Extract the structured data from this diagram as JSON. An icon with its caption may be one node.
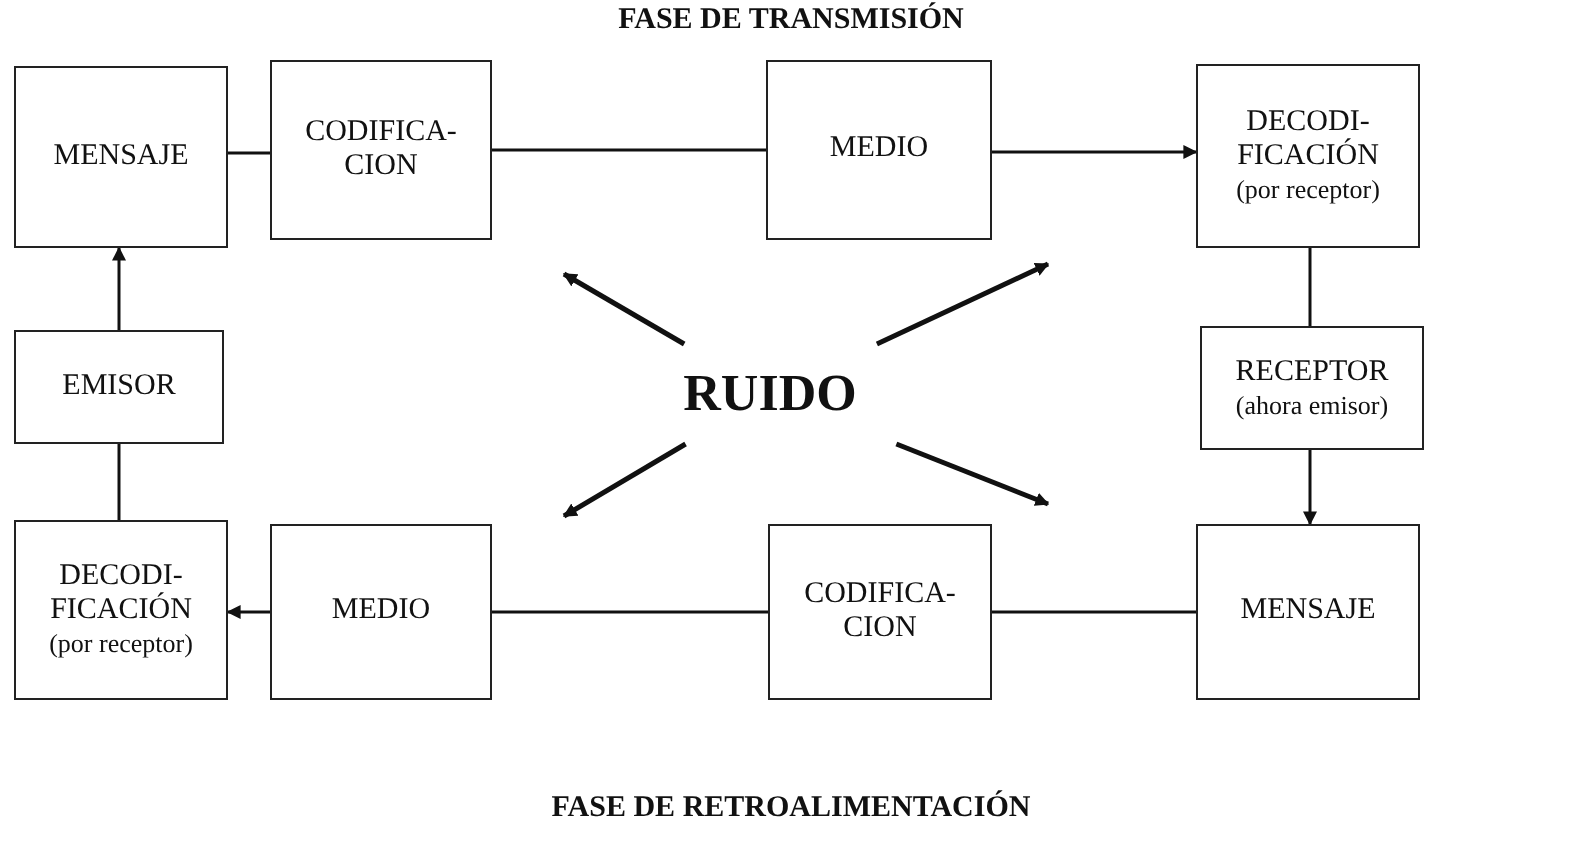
{
  "diagram": {
    "title": "FASE DE TRANSMISIÓN",
    "caption": "FASE DE RETROALIMENTACIÓN",
    "nodes": [
      {
        "text": [
          "MENSAJE"
        ]
      },
      {
        "text": [
          "CODIFICA- CION"
        ]
      },
      {
        "text": [
          "MEDIO"
        ]
      },
      {
        "text": [
          "DECODI- FICACIÓN",
          "(por receptor)"
        ]
      },
      {
        "text": [
          "EMISOR"
        ]
      },
      {
        "text": [
          "RUIDO"
        ]
      },
      {
        "text": [
          "RECEPTOR",
          "(ahora emisor)"
        ]
      },
      {
        "text": [
          "DECODI- FICACIÓN",
          "(por receptor)"
        ]
      },
      {
        "text": [
          "MEDIO"
        ]
      },
      {
        "text": [
          "CODIFICA- CION"
        ]
      },
      {
        "text": [
          "MENSAJE"
        ]
      }
    ],
    "edges": [
      {
        "from": 0,
        "to": 1,
        "arrow": "none"
      },
      {
        "from": 1,
        "to": 2,
        "arrow": "none"
      },
      {
        "from": 2,
        "to": 3,
        "arrow": "to"
      },
      {
        "from": 3,
        "to": 6,
        "arrow": "none"
      },
      {
        "from": 6,
        "to": 10,
        "arrow": "to"
      },
      {
        "from": 10,
        "to": 9,
        "arrow": "none"
      },
      {
        "from": 9,
        "to": 8,
        "arrow": "none"
      },
      {
        "from": 8,
        "to": 7,
        "arrow": "to"
      },
      {
        "from": 7,
        "to": 4,
        "arrow": "none"
      },
      {
        "from": 4,
        "to": 0,
        "arrow": "to"
      },
      {
        "from": 5,
        "to": null,
        "arrow": "to"
      },
      {
        "from": 5,
        "to": null,
        "arrow": "to"
      },
      {
        "from": 5,
        "to": null,
        "arrow": "to"
      },
      {
        "from": 5,
        "to": null,
        "arrow": "to"
      }
    ]
  }
}
